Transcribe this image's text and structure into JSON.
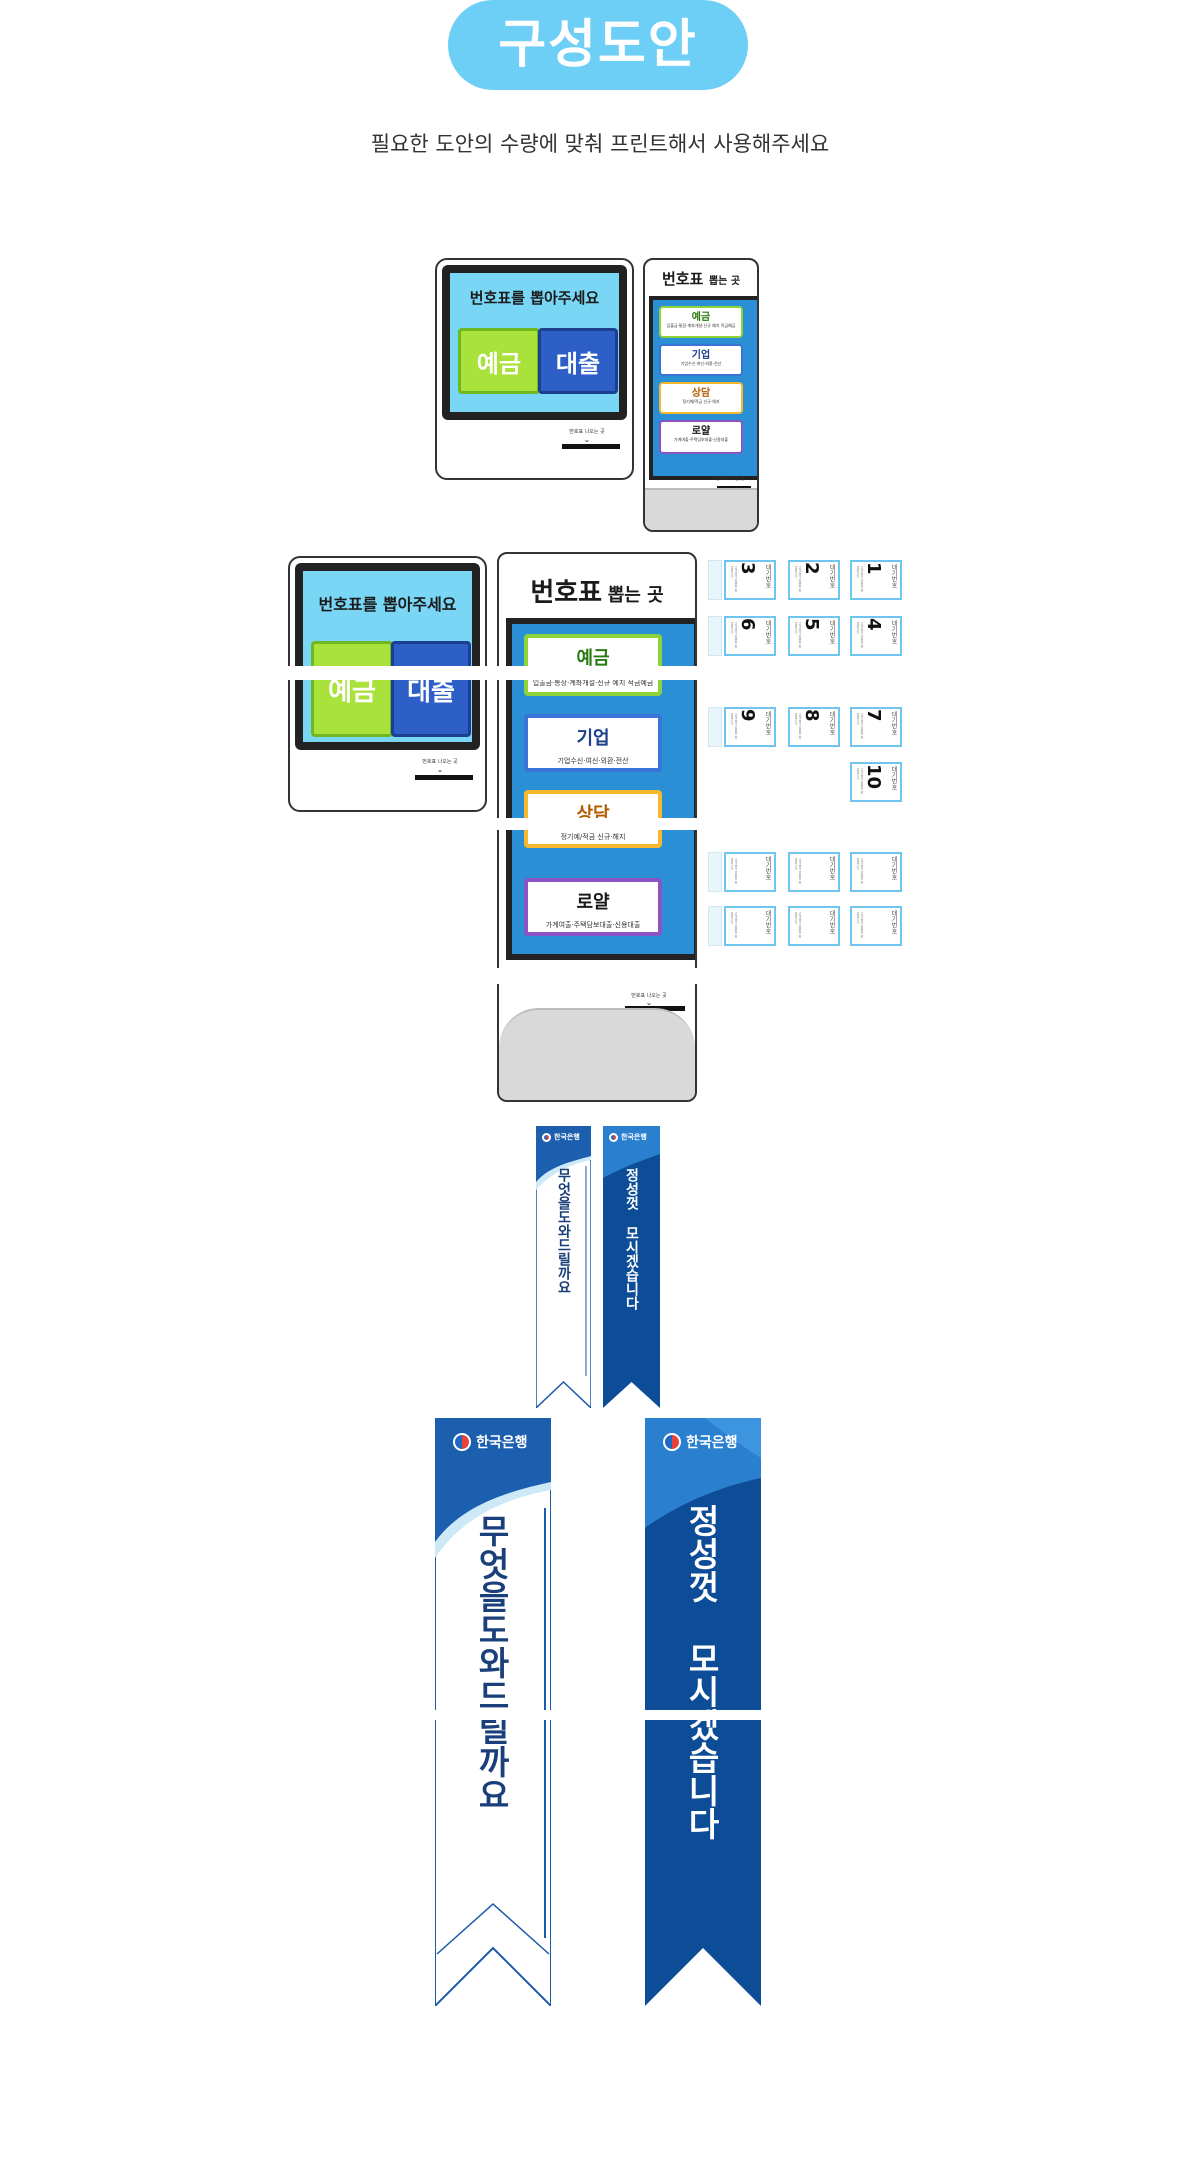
{
  "header": {
    "title": "구성도안",
    "subtitle": "필요한 도안의 수량에 맞춰 프린트해서 사용해주세요"
  },
  "kiosk_wide": {
    "title": "번호표를 뽑아주세요",
    "deposit": "예금",
    "loan": "대출",
    "caption": "번호표 나오는 곳"
  },
  "kiosk_tall": {
    "title_big": "번호표",
    "title_small": "뽑는 곳",
    "buttons": [
      {
        "label": "예금",
        "desc": "입출금·통장·계좌개설·신규 예치 적금예금"
      },
      {
        "label": "기업",
        "desc": "기업수신·여신·외환·전산"
      },
      {
        "label": "상담",
        "desc": "정기예/적금 신규·해지"
      },
      {
        "label": "로얄",
        "desc": "가계여출·주택담보대출·신용대출"
      }
    ],
    "caption": "번호표 나오는 곳"
  },
  "tickets": {
    "label": "대기번호",
    "fine": "고객님의 방문을 환영합니다",
    "numbers": [
      "1",
      "2",
      "3",
      "4",
      "5",
      "6",
      "7",
      "8",
      "9",
      "10"
    ]
  },
  "banners": {
    "logo_text": "한국은행",
    "white_text": "무엇을도와드릴까요",
    "blue_text": "정성껏 모시겠습니다",
    "colors": {
      "dark_blue": "#0d4c97",
      "mid_blue": "#2a7fcf",
      "light_blue": "#cde9f8"
    }
  }
}
